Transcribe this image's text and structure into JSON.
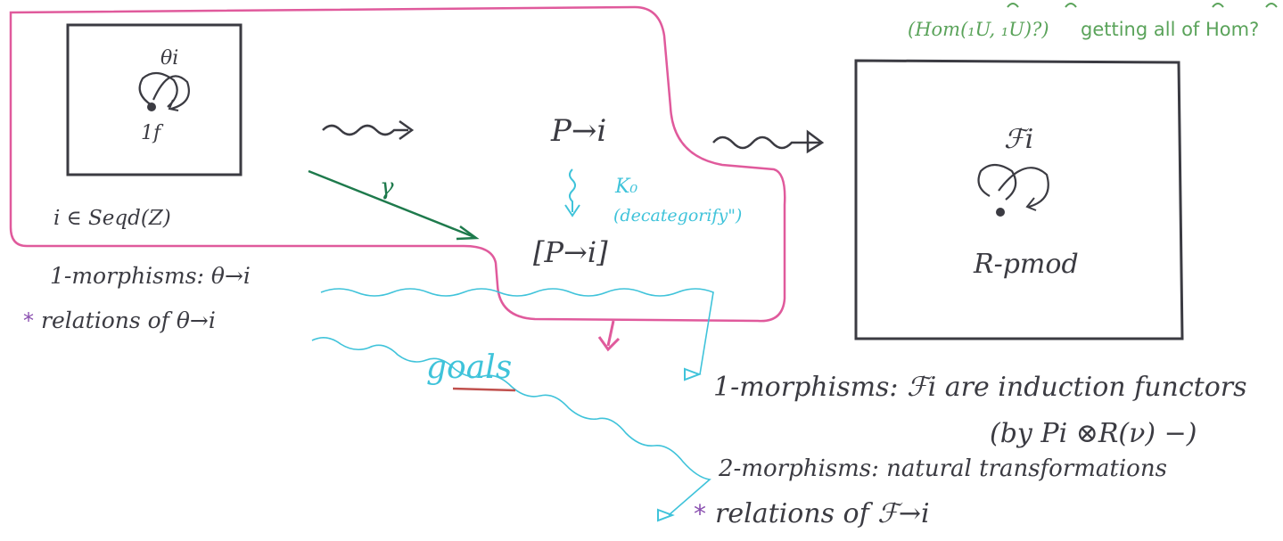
{
  "top_note": {
    "left": "(Hom(₁U, ₁U)?)",
    "right": "getting all of Hom?"
  },
  "left_box": {
    "theta_label": "θi",
    "dot_label": "1f",
    "element_label": "i ∈ Seqd(Z)",
    "morphisms_line": "1-morphisms: θ→i",
    "relations_line": "relations of θ→i"
  },
  "center": {
    "p_label": "P→i",
    "gamma_label": "γ",
    "k0_label": "K₀",
    "decat_label": "(decategorify\")",
    "bracket_label": "[P→i]"
  },
  "right_box": {
    "f_label": "ℱi",
    "rmod_label": "R-pmod"
  },
  "goals_label": "goals",
  "bottom_text": {
    "line1": "1-morphisms: ℱi are induction functors",
    "line2": "(by Pi ⊗R(ν) −)",
    "line3": "2-morphisms: natural transformations",
    "line4": "relations of ℱ→i"
  },
  "colors": {
    "pen": "#3b3b42",
    "pink": "#e05a9c",
    "cyan": "#3fc3da",
    "darkgreen": "#1e7a4c",
    "green": "#5aa35a",
    "purple": "#8a4fb0"
  }
}
